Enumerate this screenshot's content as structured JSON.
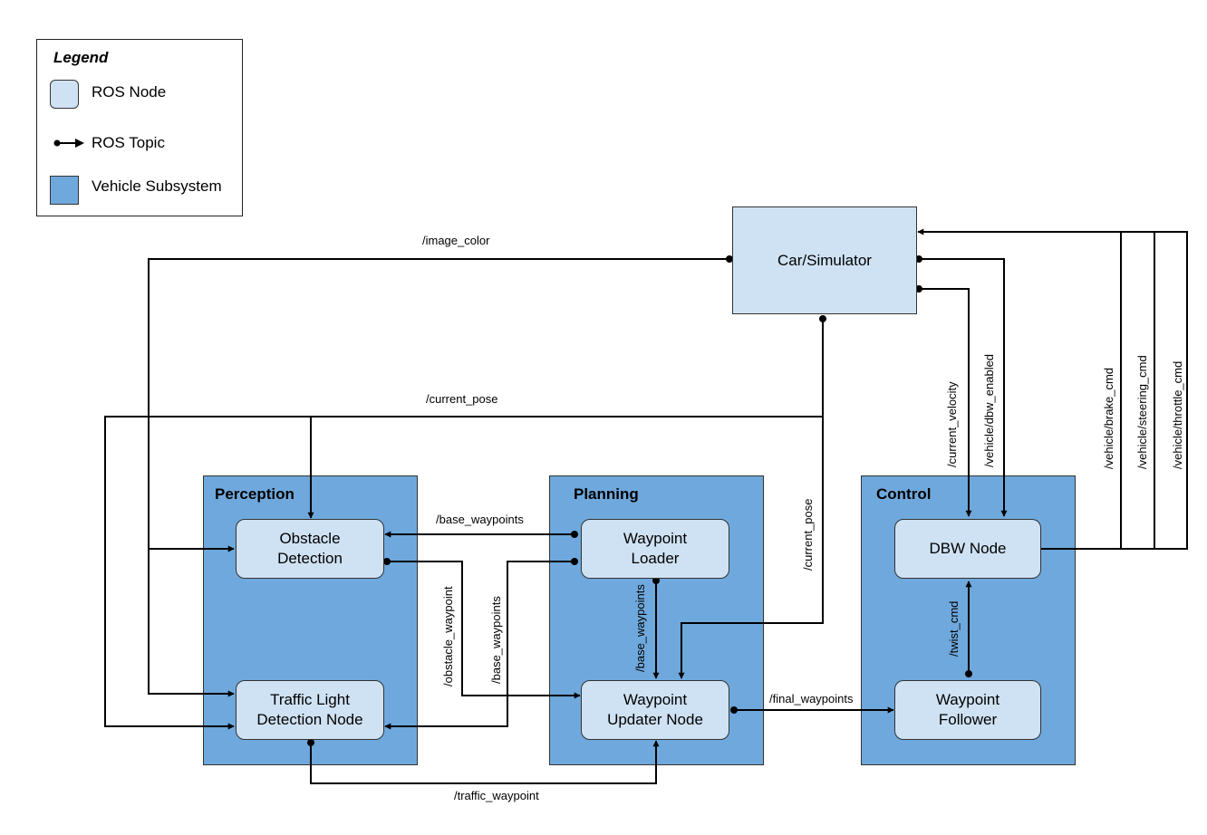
{
  "legend": {
    "title": "Legend",
    "items": [
      "ROS Node",
      "ROS Topic",
      "Vehicle Subsystem"
    ]
  },
  "colors": {
    "node": "#cfe2f3",
    "subsystem": "#6fa8dc",
    "line": "#000000"
  },
  "subsystems": {
    "perception": "Perception",
    "planning": "Planning",
    "control": "Control"
  },
  "nodes": {
    "car": "Car/Simulator",
    "obstacle": "Obstacle\nDetection",
    "traffic_light": "Traffic Light\nDetection Node",
    "loader": "Waypoint\nLoader",
    "updater": "Waypoint\nUpdater Node",
    "dbw": "DBW Node",
    "follower": "Waypoint\nFollower"
  },
  "topics": {
    "image_color": "/image_color",
    "current_pose_top": "/current_pose",
    "current_pose_side": "/current_pose",
    "base_waypoints_h": "/base_waypoints",
    "obstacle_waypoint": "/obstacle_waypoint",
    "base_waypoints_v": "/base_waypoints",
    "base_waypoints_loader": "/base_waypoints",
    "traffic_waypoint": "/traffic_waypoint",
    "final_waypoints": "/final_waypoints",
    "twist_cmd": "/twist_cmd",
    "current_velocity": "/current_velocity",
    "dbw_enabled": "/vehicle/dbw_enabled",
    "brake_cmd": "/vehicle/brake_cmd",
    "steering_cmd": "/vehicle/steering_cmd",
    "throttle_cmd": "/vehicle/throttle_cmd"
  }
}
